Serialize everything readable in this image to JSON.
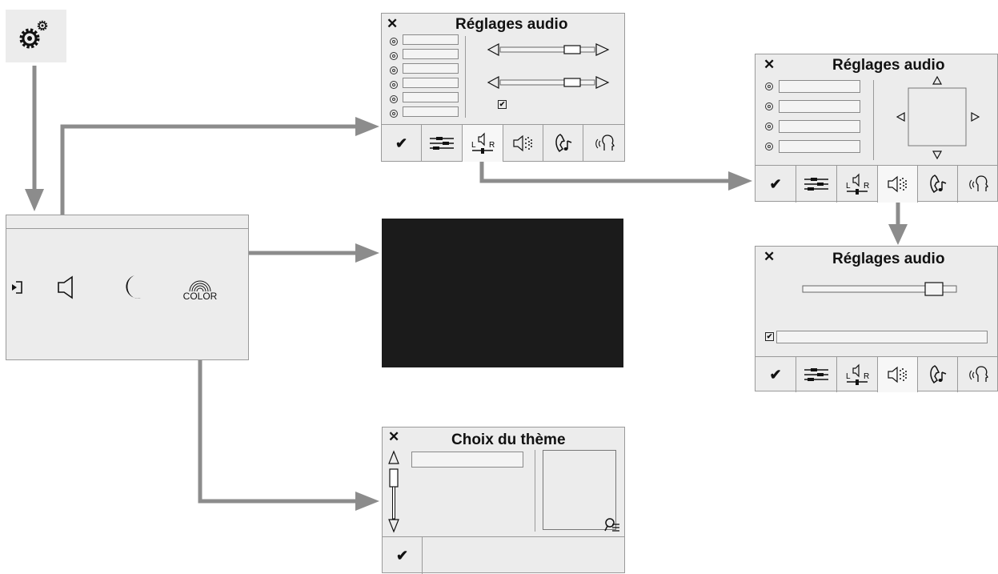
{
  "audio_settings_title": "Réglages audio",
  "theme_choice_title": "Choix du thème",
  "color_label": "COLOR",
  "close_symbol": "✕",
  "checkmark_symbol": "✔",
  "lr_left": "L",
  "lr_right": "R",
  "icons": {
    "settings": "gears-icon",
    "source": "source-input-icon",
    "sound": "speaker-icon",
    "night": "moon-icon",
    "color": "rainbow-color-icon",
    "equalizer": "equalizer-icon",
    "balance": "balance-lr-icon",
    "ambience": "speaker-ambience-icon",
    "phone_music": "phone-music-icon",
    "voice": "voice-icon",
    "theme_preview": "theme-preview-icon"
  },
  "colors": {
    "panel": "#ececec",
    "arrow": "#8c8c8c",
    "black_screen": "#1b1b1b"
  }
}
